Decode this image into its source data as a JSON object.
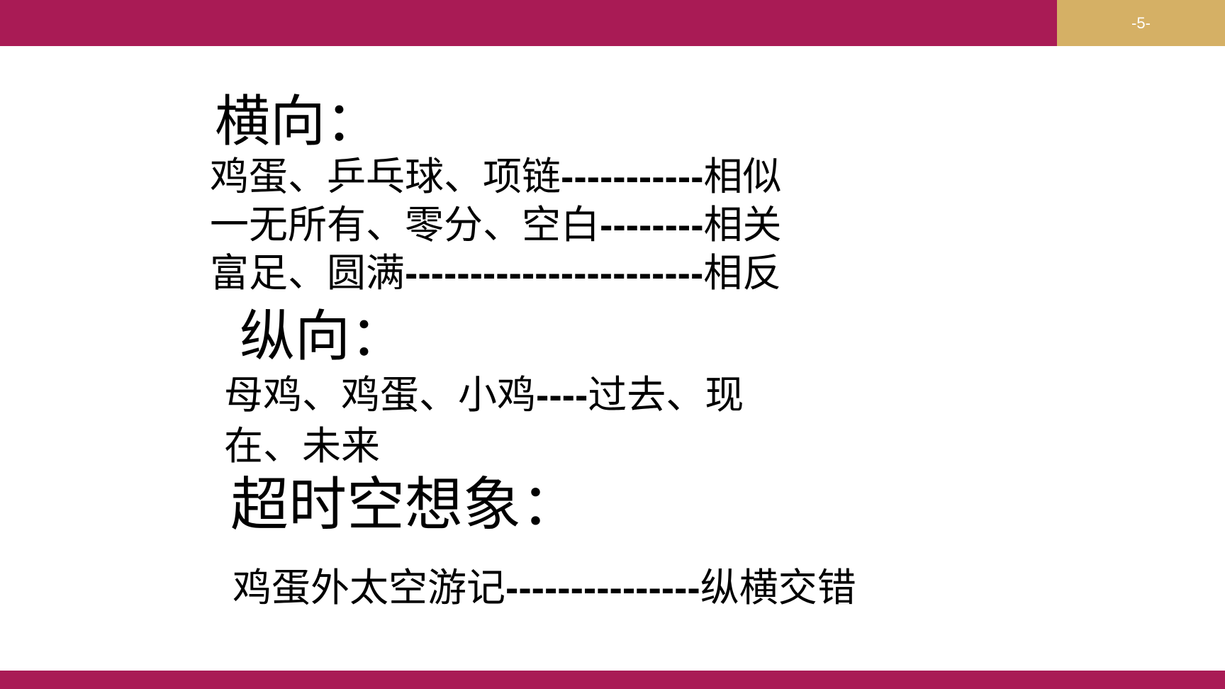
{
  "colors": {
    "primary": "#A91B55",
    "accent": "#D5B065",
    "text": "#000000",
    "background": "#FFFFFF"
  },
  "header": {
    "page_number": "-5-"
  },
  "sections": {
    "horizontal": {
      "title": "横向：",
      "lines": [
        {
          "left": "鸡蛋、乒乓球、项链",
          "dashes": "-----------",
          "right": "相似"
        },
        {
          "left": "一无所有、零分、空白",
          "dashes": "--------",
          "right": "相关"
        },
        {
          "left": "富足、圆满",
          "dashes": "-----------------------",
          "right": "相反"
        }
      ]
    },
    "vertical": {
      "title": "纵向：",
      "line1": {
        "left": "母鸡、鸡蛋、小鸡",
        "dashes": "----",
        "right": "过去、现"
      },
      "line2": "在、未来"
    },
    "spacetime": {
      "title": "超时空想象：",
      "line": {
        "left": "鸡蛋外太空游记",
        "dashes": "---------------",
        "right": "纵横交错"
      }
    }
  }
}
